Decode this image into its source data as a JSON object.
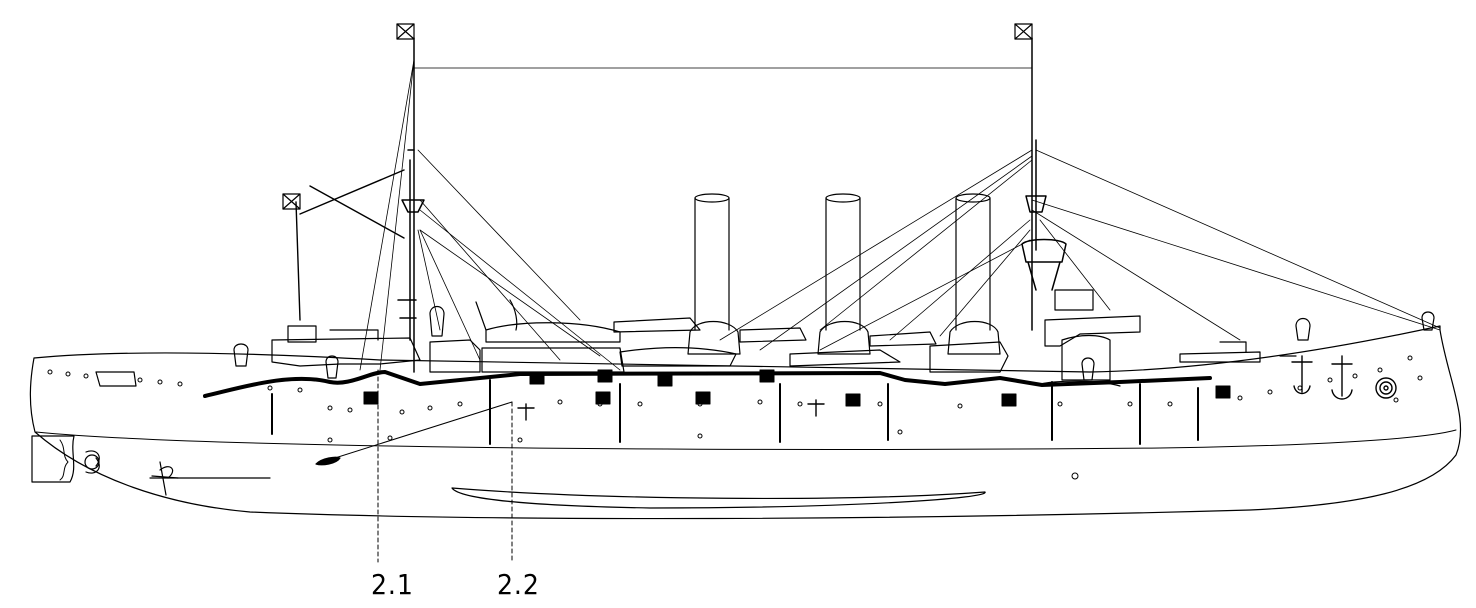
{
  "callouts": [
    {
      "id": "2-1",
      "label": "2.1"
    },
    {
      "id": "2-2",
      "label": "2.2"
    }
  ],
  "colors": {
    "line": "#000000",
    "background": "#ffffff"
  }
}
